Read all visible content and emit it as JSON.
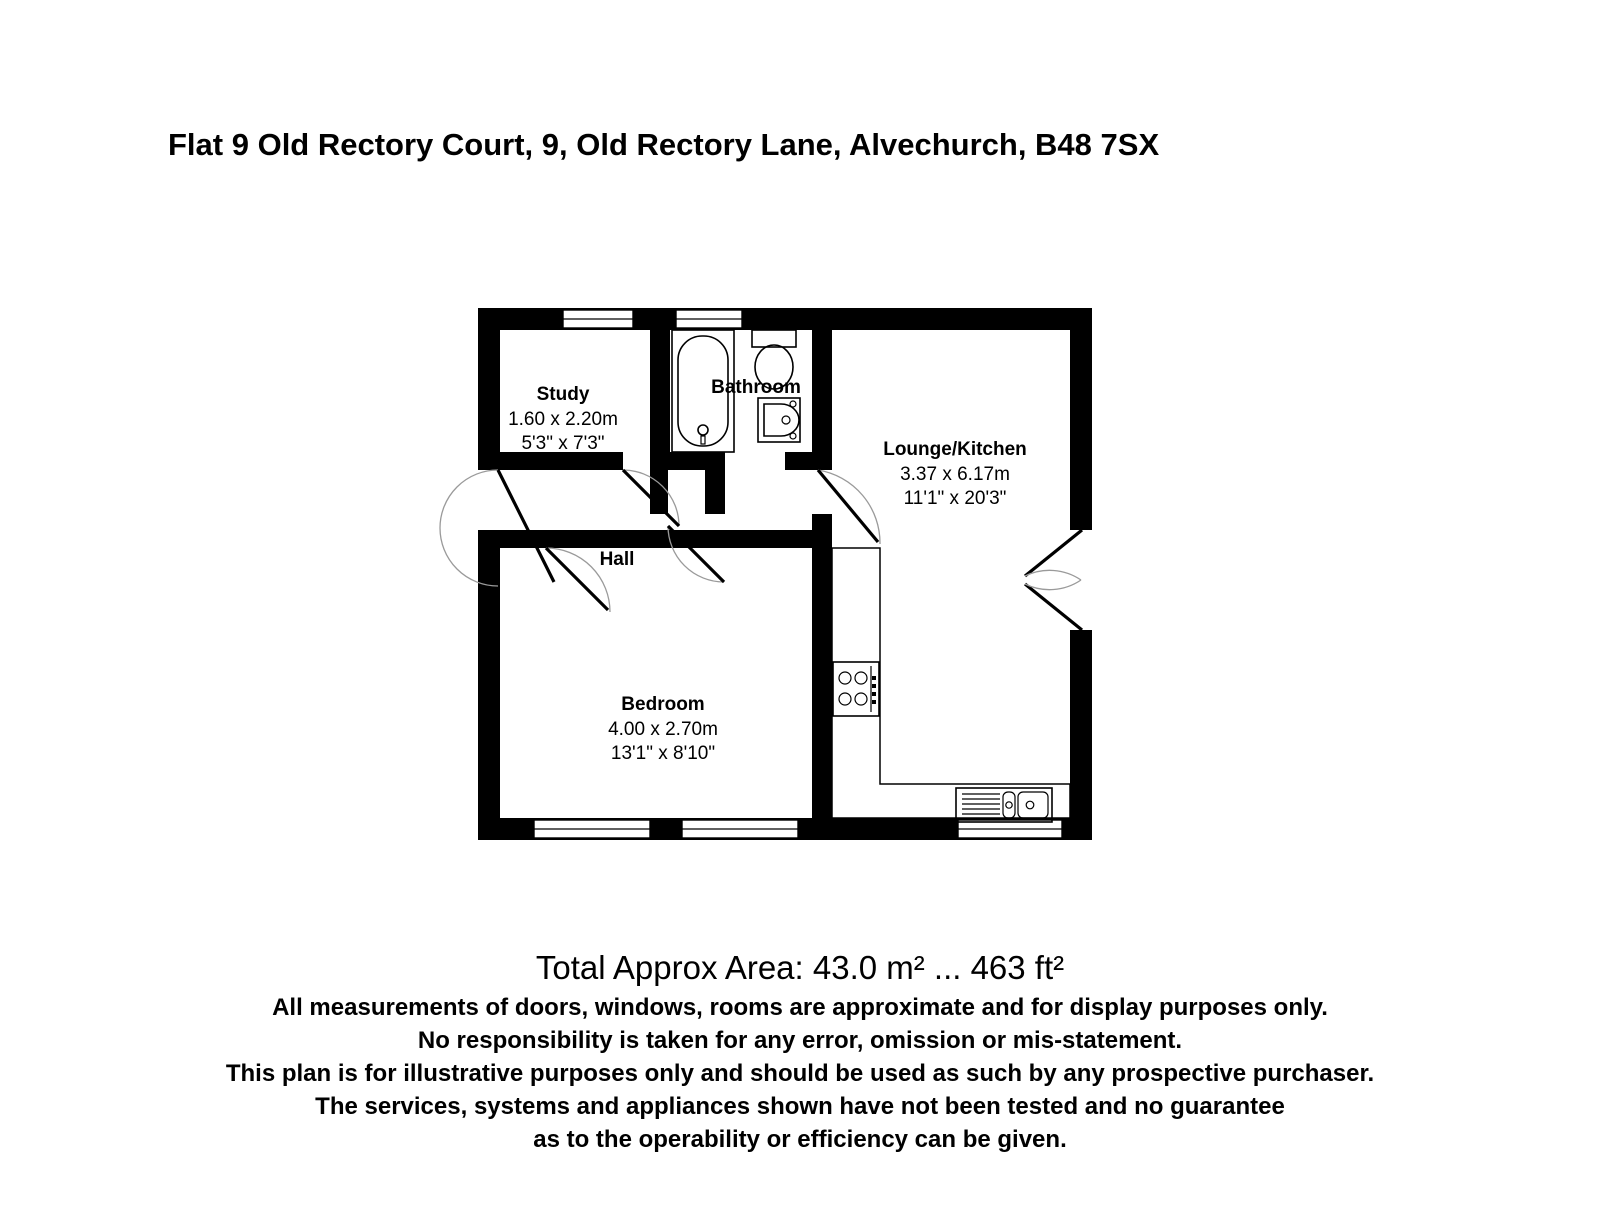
{
  "document": {
    "title": "Flat 9 Old Rectory Court, 9, Old Rectory Lane, Alvechurch, B48 7SX",
    "type": "floor-plan"
  },
  "floorplan": {
    "rooms": [
      {
        "id": "study",
        "name": "Study",
        "dim_metric": "1.60 x 2.20m",
        "dim_imperial": "5'3\" x 7'3\""
      },
      {
        "id": "bathroom",
        "name": "Bathroom",
        "dim_metric": "",
        "dim_imperial": ""
      },
      {
        "id": "lounge-kitchen",
        "name": "Lounge/Kitchen",
        "dim_metric": "3.37 x 6.17m",
        "dim_imperial": "11'1\" x 20'3\""
      },
      {
        "id": "hall",
        "name": "Hall",
        "dim_metric": "",
        "dim_imperial": ""
      },
      {
        "id": "bedroom",
        "name": "Bedroom",
        "dim_metric": "4.00 x 2.70m",
        "dim_imperial": "13'1\" x 8'10\""
      }
    ],
    "fixtures": [
      "bath",
      "toilet",
      "wash-basin",
      "kitchen-hob",
      "kitchen-sink",
      "kitchen-counter"
    ],
    "openings": {
      "windows": 5,
      "doors": 5,
      "french_doors": 1
    },
    "colors": {
      "wall": "#000000",
      "floor": "#ffffff",
      "door_arc": "#9a9a9a",
      "text": "#000000"
    }
  },
  "footer": {
    "total_area": "Total Approx Area: 43.0 m² ... 463 ft²",
    "disclaimer": [
      "All measurements of doors, windows, rooms are approximate and for display purposes only.",
      "No responsibility is taken for any error, omission or mis-statement.",
      "This plan is for illustrative purposes only and should be used as such by any prospective purchaser.",
      "The services, systems and appliances shown have not been tested and no guarantee",
      "as to the operability or efficiency can be given."
    ]
  }
}
